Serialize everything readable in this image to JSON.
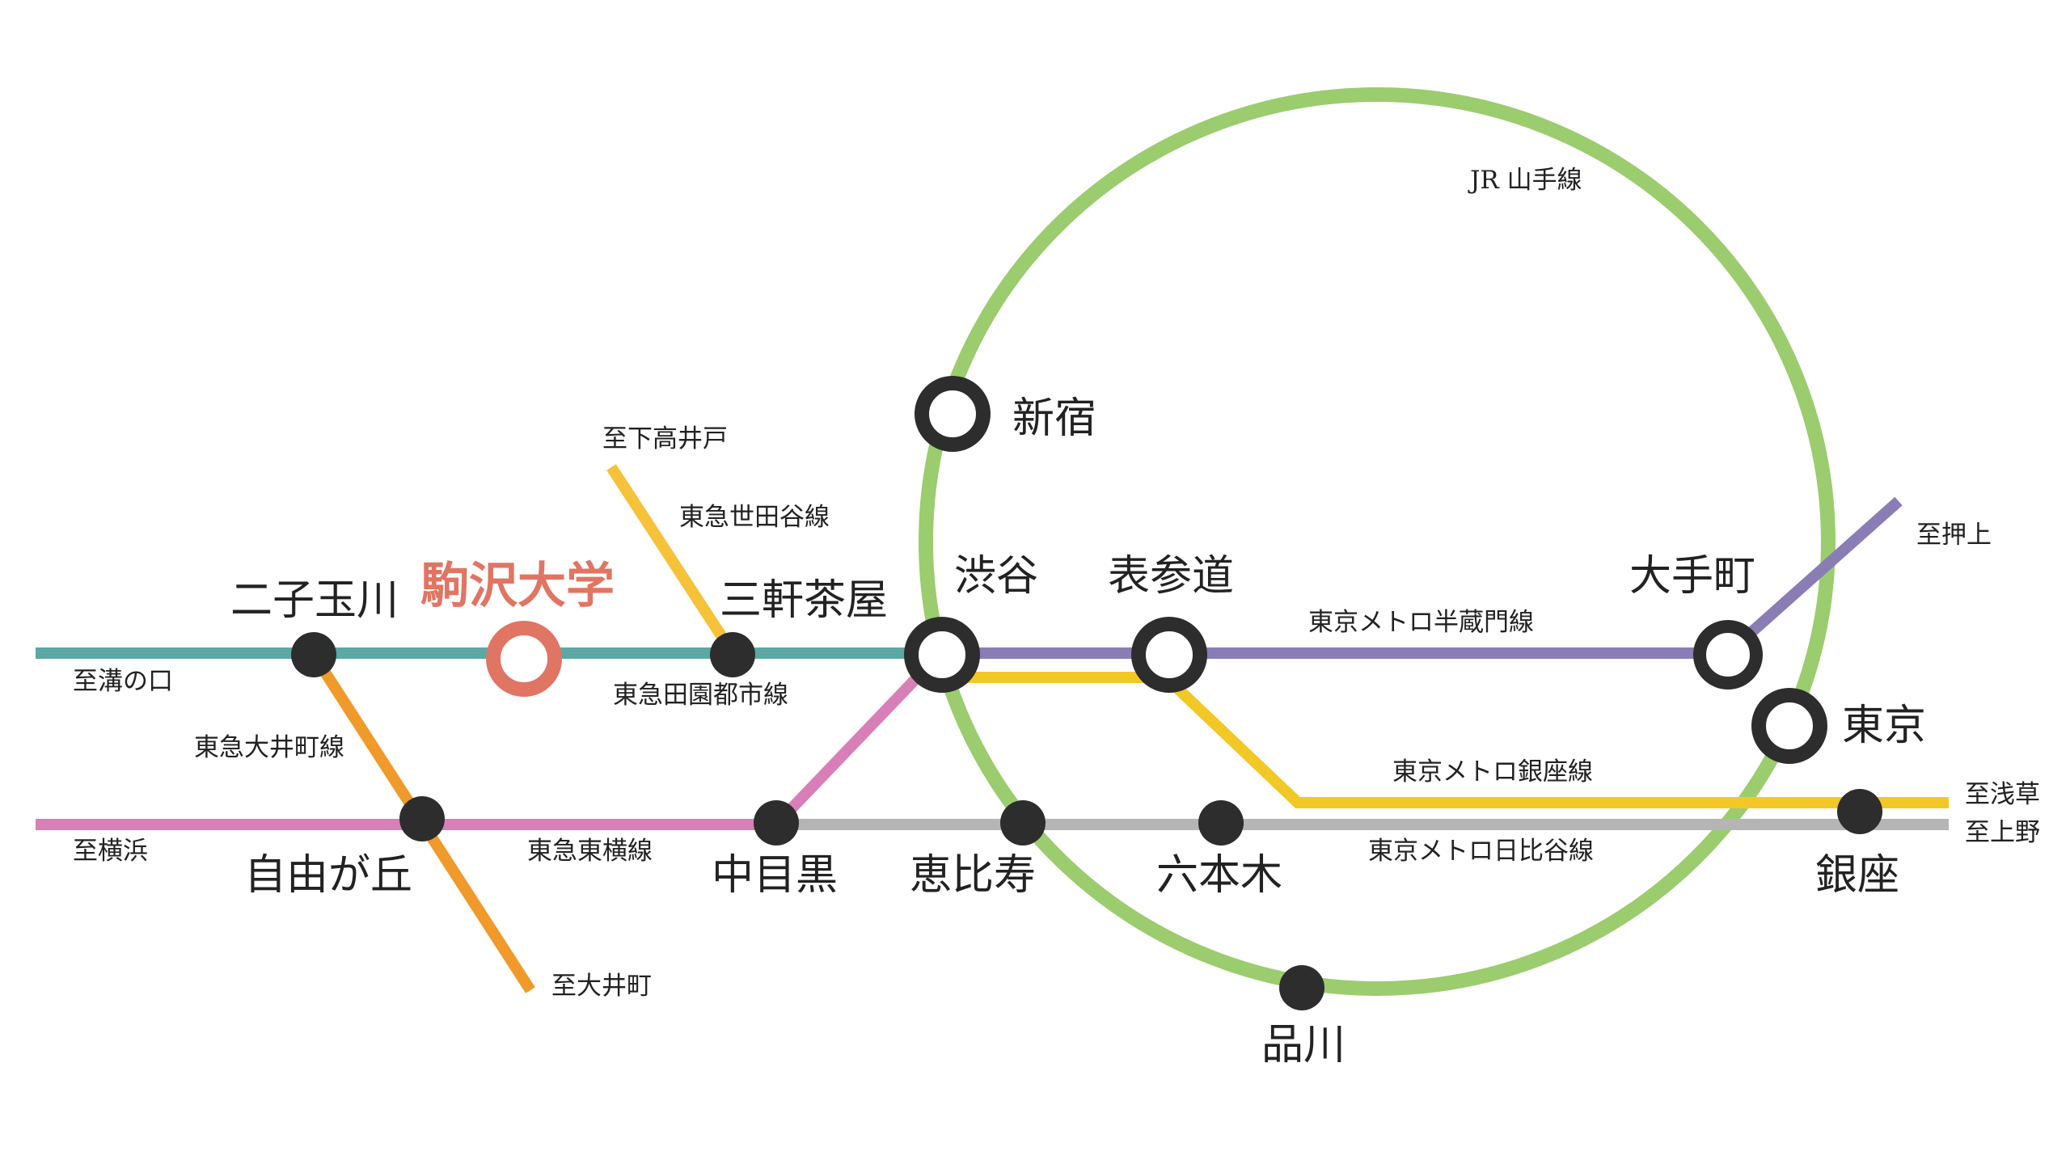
{
  "colors": {
    "yamanote": "#9bcc6e",
    "denentoshi": "#5ba8a4",
    "tokyu_toyoko": "#d97fb8",
    "oimachi": "#ef9a2a",
    "setagaya": "#f5c239",
    "ginza": "#f2c827",
    "hanzomon": "#8a7db5",
    "hibiya": "#b5b5b5",
    "major_station_ring": "#2d2d2d",
    "minor_station": "#2d2d2d",
    "highlight_station": "#e07563"
  },
  "lines": {
    "yamanote": "JR 山手線",
    "denentoshi": "東急田園都市線",
    "tokyu_toyoko": "東急東横線",
    "oimachi": "東急大井町線",
    "setagaya": "東急世田谷線",
    "hanzomon": "東京メトロ半蔵門線",
    "ginza": "東京メトロ銀座線",
    "hibiya": "東京メトロ日比谷線"
  },
  "directions": {
    "mizonokuchi": "至溝の口",
    "yokohama": "至横浜",
    "oimachi": "至大井町",
    "shimotakaido": "至下高井戸",
    "oshiage": "至押上",
    "asakusa": "至浅草",
    "ueno": "至上野"
  },
  "stations": {
    "futakotamagawa": "二子玉川",
    "komazawa_daigaku": "駒沢大学",
    "sangenjaya": "三軒茶屋",
    "shibuya": "渋谷",
    "omotesando": "表参道",
    "otemachi": "大手町",
    "shinjuku": "新宿",
    "tokyo": "東京",
    "jiyugaoka": "自由が丘",
    "nakameguro": "中目黒",
    "ebisu": "恵比寿",
    "roppongi": "六本木",
    "ginza": "銀座",
    "shinagawa": "品川"
  }
}
